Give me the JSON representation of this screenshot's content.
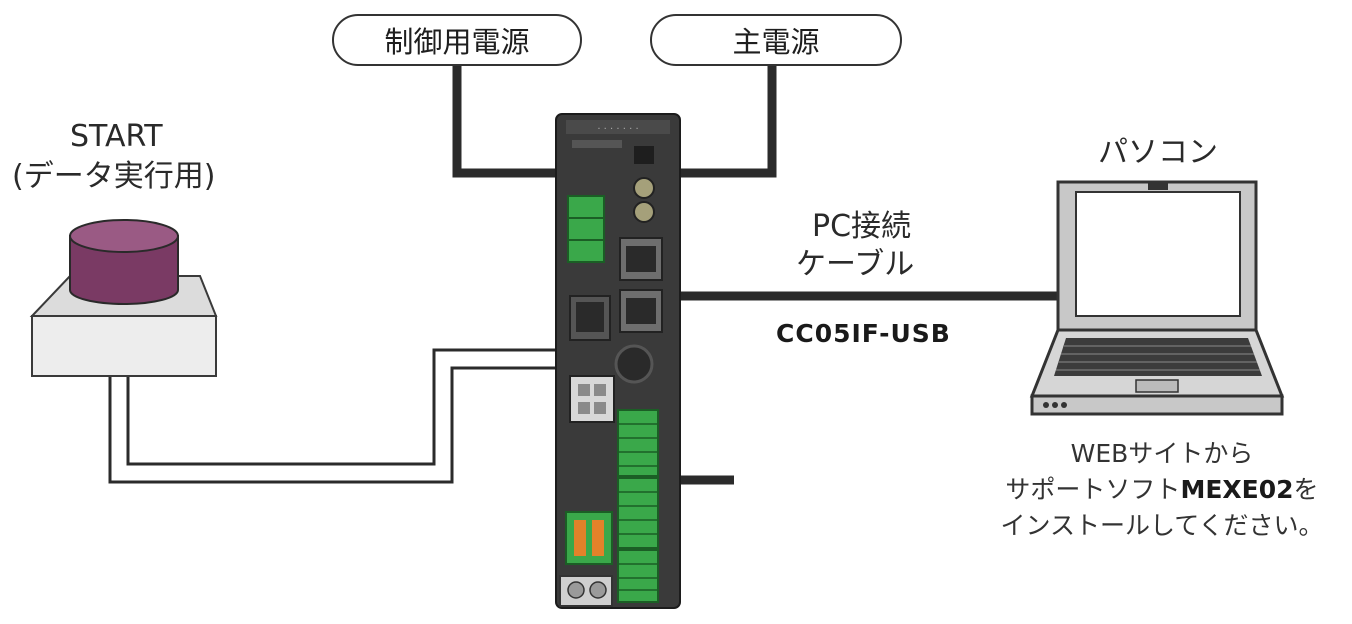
{
  "power": {
    "control": "制御用電源",
    "main": "主電源"
  },
  "start": {
    "title": "START",
    "sub": "(データ実行用)"
  },
  "pc": {
    "title": "パソコン"
  },
  "cable": {
    "line1": "PC接続",
    "line2": "ケーブル",
    "model": "CC05IF-USB"
  },
  "note": {
    "line1": "WEBサイトから",
    "line2_pre": "サポートソフト",
    "line2_bold": "MEXE02",
    "line2_post": "を",
    "line3": "インストールしてください。"
  },
  "colors": {
    "wire": "#2b2b2b",
    "button_cap": "#7a3a64",
    "driver_body": "#3a3a3a",
    "terminal": "#3aa84a"
  }
}
